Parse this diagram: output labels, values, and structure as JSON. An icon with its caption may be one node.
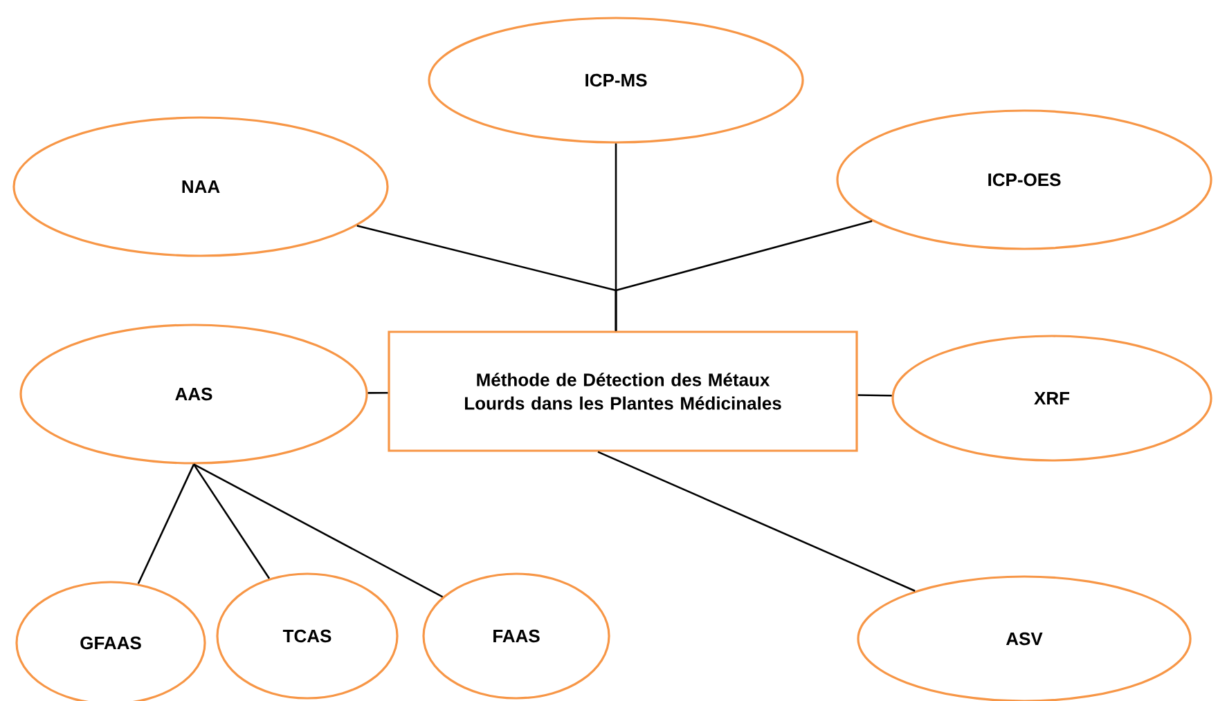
{
  "diagram": {
    "nodes": [
      {
        "text": [
          "Méthode de Détection des Métaux Lourds dans les Plantes Médicinales"
        ]
      },
      {
        "text": [
          "NAA"
        ]
      },
      {
        "text": [
          "ICP-MS"
        ]
      },
      {
        "text": [
          "ICP-OES"
        ]
      },
      {
        "text": [
          "AAS"
        ]
      },
      {
        "text": [
          "XRF"
        ]
      },
      {
        "text": [
          "GFAAS"
        ]
      },
      {
        "text": [
          "TCAS"
        ]
      },
      {
        "text": [
          "FAAS"
        ]
      },
      {
        "text": [
          "ASV"
        ]
      }
    ],
    "edges": [
      {
        "from": 0,
        "to": 1,
        "arrow": "none"
      },
      {
        "from": 0,
        "to": 2,
        "arrow": "none"
      },
      {
        "from": 0,
        "to": 3,
        "arrow": "none"
      },
      {
        "from": 0,
        "to": 4,
        "arrow": "none"
      },
      {
        "from": 0,
        "to": 5,
        "arrow": "none"
      },
      {
        "from": 0,
        "to": 9,
        "arrow": "none"
      },
      {
        "from": 4,
        "to": 6,
        "arrow": "none"
      },
      {
        "from": 4,
        "to": 7,
        "arrow": "none"
      },
      {
        "from": 4,
        "to": 8,
        "arrow": "none"
      }
    ]
  }
}
